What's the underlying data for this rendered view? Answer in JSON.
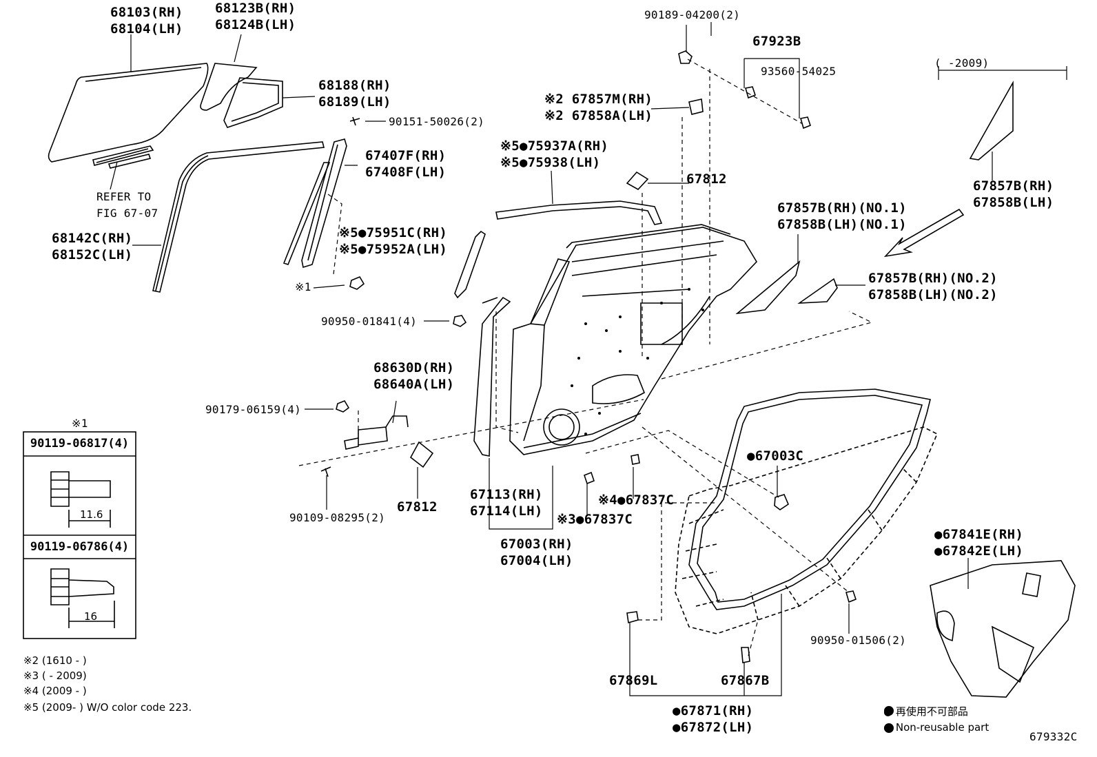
{
  "callouts": [
    {
      "id": "c1",
      "lines": [
        "68103(RH)",
        "68104(LH)"
      ]
    },
    {
      "id": "c2",
      "lines": [
        "68123B(RH)",
        "68124B(LH)"
      ]
    },
    {
      "id": "c3",
      "lines": [
        "68188(RH)",
        "68189(LH)"
      ]
    },
    {
      "id": "c4",
      "lines": [
        "90151-50026(2)"
      ]
    },
    {
      "id": "c5",
      "lines": [
        "67407F(RH)",
        "67408F(LH)"
      ]
    },
    {
      "id": "c6",
      "lines": [
        "REFER TO",
        "FIG 67-07"
      ]
    },
    {
      "id": "c7",
      "lines": [
        "68142C(RH)",
        "68152C(LH)"
      ]
    },
    {
      "id": "c8",
      "lines": [
        "※5●75951C(RH)",
        "※5●75952A(LH)"
      ]
    },
    {
      "id": "c9",
      "lines": [
        "※1"
      ]
    },
    {
      "id": "c10",
      "lines": [
        "90950-01841(4)"
      ]
    },
    {
      "id": "c11",
      "lines": [
        "68630D(RH)",
        "68640A(LH)"
      ]
    },
    {
      "id": "c12",
      "lines": [
        "90179-06159(4)"
      ]
    },
    {
      "id": "c13",
      "lines": [
        "90109-08295(2)"
      ]
    },
    {
      "id": "c14",
      "lines": [
        "67812"
      ]
    },
    {
      "id": "c15",
      "lines": [
        "67113(RH)",
        "67114(LH)"
      ]
    },
    {
      "id": "c16",
      "lines": [
        "67003(RH)",
        "67004(LH)"
      ]
    },
    {
      "id": "c17",
      "lines": [
        "※3●67837C"
      ]
    },
    {
      "id": "c18",
      "lines": [
        "※4●67837C"
      ]
    },
    {
      "id": "c19",
      "lines": [
        "90189-04200(2)"
      ]
    },
    {
      "id": "c20",
      "lines": [
        "67923B"
      ]
    },
    {
      "id": "c21",
      "lines": [
        "93560-54025"
      ]
    },
    {
      "id": "c22",
      "lines": [
        "※2 67857M(RH)",
        "※2 67858A(LH)"
      ]
    },
    {
      "id": "c23",
      "lines": [
        "※5●75937A(RH)",
        "※5●75938(LH)"
      ]
    },
    {
      "id": "c24",
      "lines": [
        "67812"
      ]
    },
    {
      "id": "c25",
      "lines": [
        "67857B(RH)(NO.1)",
        "67858B(LH)(NO.1)"
      ]
    },
    {
      "id": "c26",
      "lines": [
        "67857B(RH)(NO.2)",
        "67858B(LH)(NO.2)"
      ]
    },
    {
      "id": "c27",
      "lines": [
        "(    -2009)"
      ]
    },
    {
      "id": "c28",
      "lines": [
        "67857B(RH)",
        "67858B(LH)"
      ]
    },
    {
      "id": "c29",
      "lines": [
        "●67003C"
      ]
    },
    {
      "id": "c30",
      "lines": [
        "90950-01506(2)"
      ]
    },
    {
      "id": "c31",
      "lines": [
        "67869L"
      ]
    },
    {
      "id": "c32",
      "lines": [
        "67867B"
      ]
    },
    {
      "id": "c33",
      "lines": [
        "●67871(RH)",
        "●67872(LH)"
      ]
    },
    {
      "id": "c34",
      "lines": [
        "●67841E(RH)",
        "●67842E(LH)"
      ]
    },
    {
      "id": "c35",
      "lines": [
        "679332C"
      ]
    }
  ],
  "bolt_box": {
    "marker": "※1",
    "items": [
      {
        "part": "90119-06817(4)",
        "dim": "11.6"
      },
      {
        "part": "90119-06786(4)",
        "dim": "16"
      }
    ]
  },
  "footnotes": [
    "※2 (1610 -     )",
    "※3 (      - 2009)",
    "※4 (2009 -     )",
    "※5 (2009-      ) W/O color code 223."
  ],
  "legend": [
    "● 再使用不可部品",
    "● Non-reusable part"
  ]
}
